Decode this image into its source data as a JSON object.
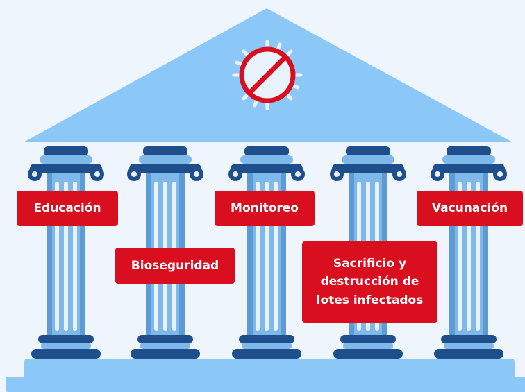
{
  "colors": {
    "background": "#eef5fc",
    "roof": "#8cc8f7",
    "column_light": "#7fb9ea",
    "column_shade": "#5c9bd6",
    "column_stripe": "#e8f2fc",
    "capital_dark": "#1e4f8c",
    "base": "#8cc8f7",
    "badge_red": "#d90f1f",
    "badge_text": "#ffffff"
  },
  "icon": {
    "name": "virus-prohibited-icon"
  },
  "pillars": [
    {
      "label": "Educación"
    },
    {
      "label": "Bioseguridad"
    },
    {
      "label": "Monitoreo"
    },
    {
      "label_lines": [
        "Sacrificio y",
        "destrucción de",
        "lotes infectados"
      ]
    },
    {
      "label": "Vacunación"
    }
  ]
}
